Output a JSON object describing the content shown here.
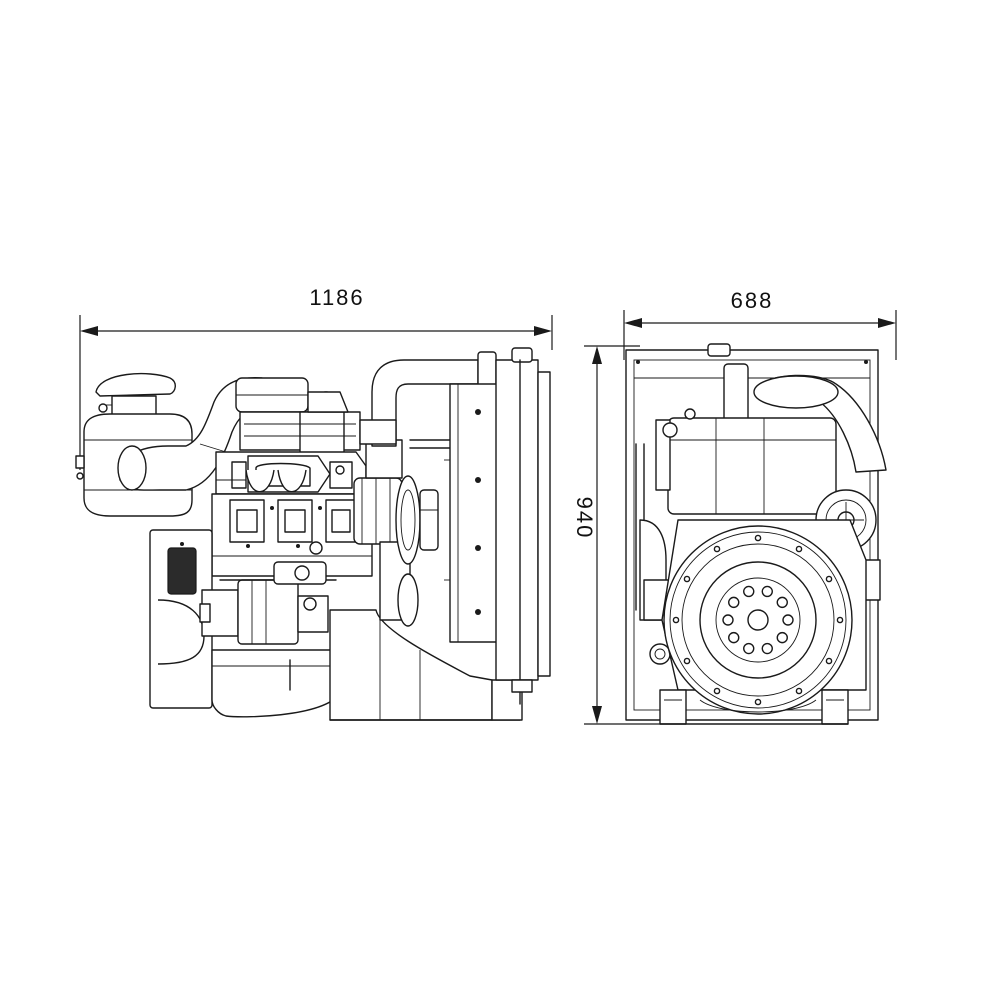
{
  "dimensions": {
    "side_length": "1186",
    "front_width": "688",
    "height": "940"
  }
}
